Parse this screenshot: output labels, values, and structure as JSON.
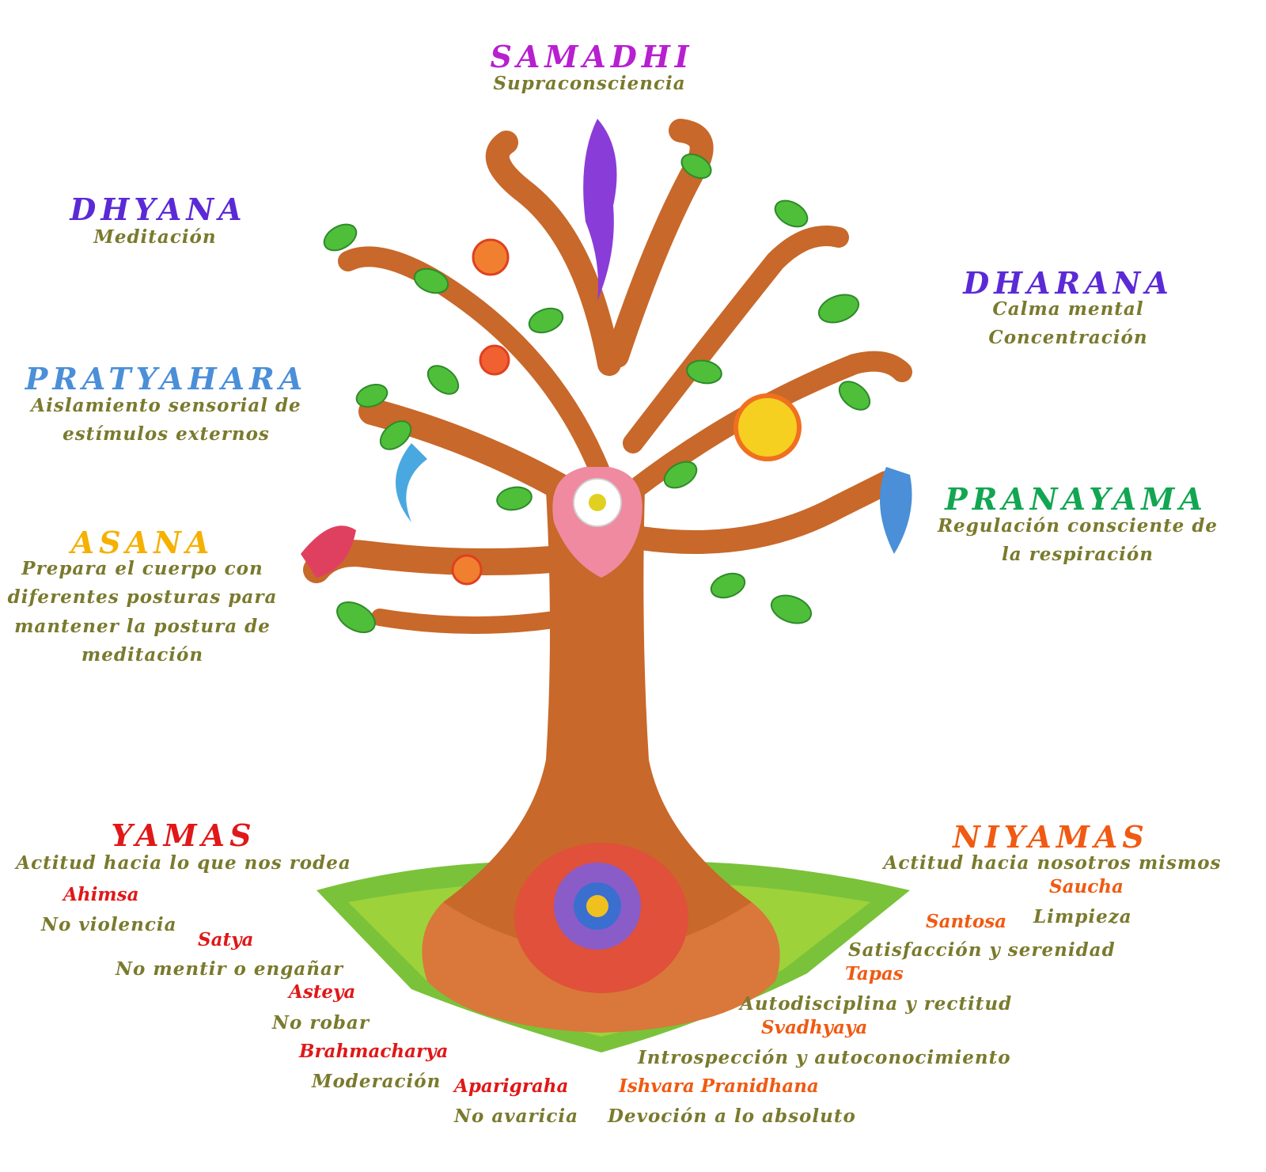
{
  "colors": {
    "samadhi": "#b81fd0",
    "dhyana": "#5b2ad6",
    "dharana": "#5b2ad6",
    "pratyahara": "#4a8fd8",
    "pranayama": "#13a652",
    "asana": "#f5b000",
    "yamas": "#e01818",
    "niyamas": "#f05a12",
    "description": "#7a7a2e",
    "trunk": "#c8682a",
    "leaf": "#4fbf3a"
  },
  "stages": {
    "samadhi": {
      "title": "SAMADHI",
      "description": "Supraconsciencia"
    },
    "dhyana": {
      "title": "DHYANA",
      "description": "Meditación"
    },
    "dharana": {
      "title": "DHARANA",
      "lines": [
        "Calma mental",
        "Concentración"
      ]
    },
    "pratyahara": {
      "title": "PRATYAHARA",
      "lines": [
        "Aislamiento sensorial de",
        "estímulos externos"
      ]
    },
    "pranayama": {
      "title": "PRANAYAMA",
      "lines": [
        "Regulación consciente de",
        "la respiración"
      ]
    },
    "asana": {
      "title": "ASANA",
      "lines": [
        "Prepara el cuerpo con",
        "diferentes posturas para",
        "mantener la postura de",
        "meditación"
      ]
    }
  },
  "yamas": {
    "title": "YAMAS",
    "description": "Actitud hacia lo que nos rodea",
    "items": [
      {
        "name": "Ahimsa",
        "meaning": "No violencia"
      },
      {
        "name": "Satya",
        "meaning": "No mentir o engañar"
      },
      {
        "name": "Asteya",
        "meaning": "No robar"
      },
      {
        "name": "Brahmacharya",
        "meaning": "Moderación"
      },
      {
        "name": "Aparigraha",
        "meaning": "No avaricia"
      }
    ]
  },
  "niyamas": {
    "title": "NIYAMAS",
    "description": "Actitud hacia nosotros mismos",
    "items": [
      {
        "name": "Saucha",
        "meaning": "Limpieza"
      },
      {
        "name": "Santosa",
        "meaning": "Satisfacción y serenidad"
      },
      {
        "name": "Tapas",
        "meaning": "Autodisciplina y rectitud"
      },
      {
        "name": "Svadhyaya",
        "meaning": "Introspección y autoconocimiento"
      },
      {
        "name": "Ishvara Pranidhana",
        "meaning": "Devoción a lo absoluto"
      }
    ]
  }
}
